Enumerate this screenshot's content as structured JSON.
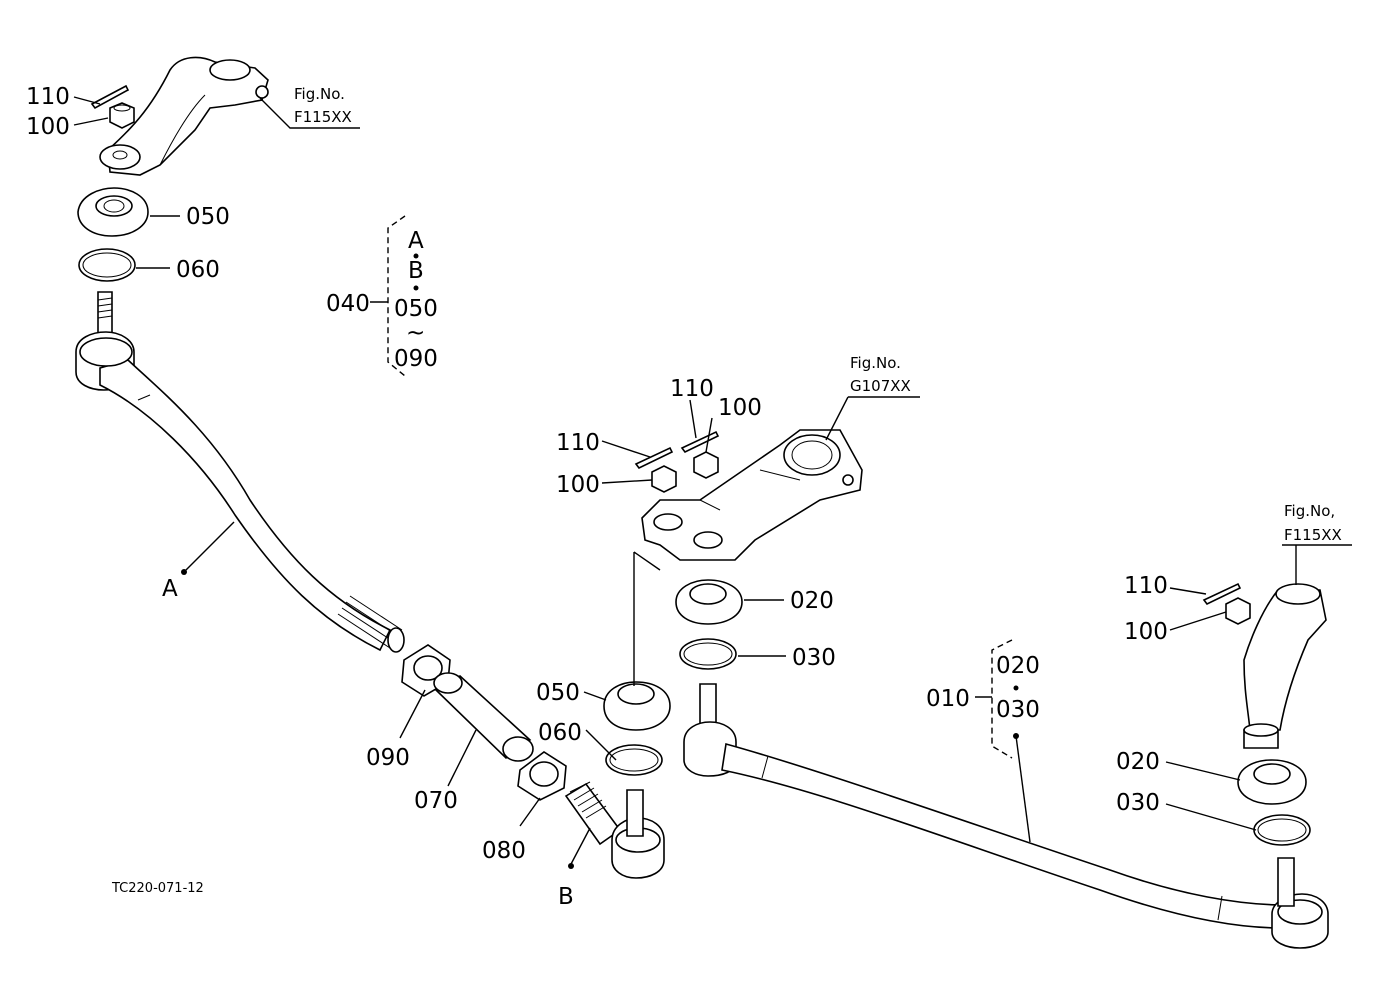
{
  "image_code": "TC220-071-12",
  "callouts": [
    {
      "id": "c110a",
      "text": "110"
    },
    {
      "id": "c100a",
      "text": "100"
    },
    {
      "id": "c050a",
      "text": "050"
    },
    {
      "id": "c060a",
      "text": "060"
    },
    {
      "id": "c040",
      "text": "040"
    },
    {
      "id": "c110b",
      "text": "110"
    },
    {
      "id": "c110c",
      "text": "110"
    },
    {
      "id": "c100b",
      "text": "100"
    },
    {
      "id": "c100c",
      "text": "100"
    },
    {
      "id": "c020a",
      "text": "020"
    },
    {
      "id": "c030a",
      "text": "030"
    },
    {
      "id": "c050b",
      "text": "050"
    },
    {
      "id": "c060b",
      "text": "060"
    },
    {
      "id": "c090",
      "text": "090"
    },
    {
      "id": "c070",
      "text": "070"
    },
    {
      "id": "c080",
      "text": "080"
    },
    {
      "id": "c010",
      "text": "010"
    },
    {
      "id": "c110d",
      "text": "110"
    },
    {
      "id": "c100d",
      "text": "100"
    },
    {
      "id": "c020b",
      "text": "020"
    },
    {
      "id": "c030b",
      "text": "030"
    }
  ],
  "group_040": {
    "items": [
      "A",
      "B",
      "050",
      "~",
      "090"
    ]
  },
  "group_010": {
    "items": [
      "020",
      "030"
    ]
  },
  "point_labels": {
    "a": "A",
    "b": "B"
  },
  "fig_refs": [
    {
      "id": "fig1",
      "line1": "Fig.No.",
      "line2": "F115XX"
    },
    {
      "id": "fig2",
      "line1": "Fig.No.",
      "line2": "G107XX"
    },
    {
      "id": "fig3",
      "line1": "Fig.No,",
      "line2": "F115XX"
    }
  ]
}
